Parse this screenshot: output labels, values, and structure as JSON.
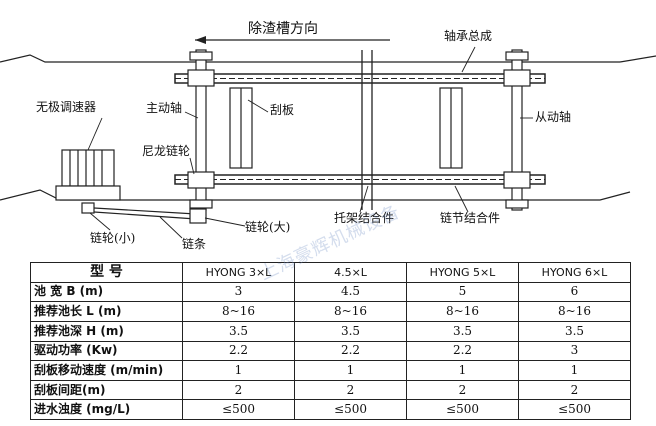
{
  "labels": {
    "direction": "除渣槽方向",
    "bearing_assembly": "轴承总成",
    "speed_reducer": "无极调速器",
    "main_shaft": "主动轴",
    "scraper": "刮板",
    "driven_shaft": "从动轴",
    "nylon_sprocket": "尼龙链轮",
    "bracket_assembly": "托架结合件",
    "chain_link_assembly": "链节结合件",
    "small_sprocket": "链轮(小)",
    "chain": "链条",
    "large_sprocket": "链轮(大)"
  },
  "watermark": "上海豪辉机械设备",
  "table": {
    "header": {
      "label": "型 号",
      "models": [
        "HYONG 3×L",
        "4.5×L",
        "HYONG 5×L",
        "HYONG 6×L"
      ]
    },
    "rows": [
      {
        "label": "池 宽 B (m)",
        "values": [
          "3",
          "4.5",
          "5",
          "6"
        ]
      },
      {
        "label": "推荐池长 L (m)",
        "values": [
          "8~16",
          "8~16",
          "8~16",
          "8~16"
        ]
      },
      {
        "label": "推荐池深 H (m)",
        "values": [
          "3.5",
          "3.5",
          "3.5",
          "3.5"
        ]
      },
      {
        "label": "驱动功率 (Kw)",
        "values": [
          "2.2",
          "2.2",
          "2.2",
          "3"
        ]
      },
      {
        "label": "刮板移动速度 (m/min)",
        "values": [
          "1",
          "1",
          "1",
          "1"
        ]
      },
      {
        "label": "刮板间距(m)",
        "values": [
          "2",
          "2",
          "2",
          "2"
        ]
      },
      {
        "label": "进水浊度 (mg/L)",
        "values": [
          "≤500",
          "≤500",
          "≤500",
          "≤500"
        ]
      }
    ]
  }
}
